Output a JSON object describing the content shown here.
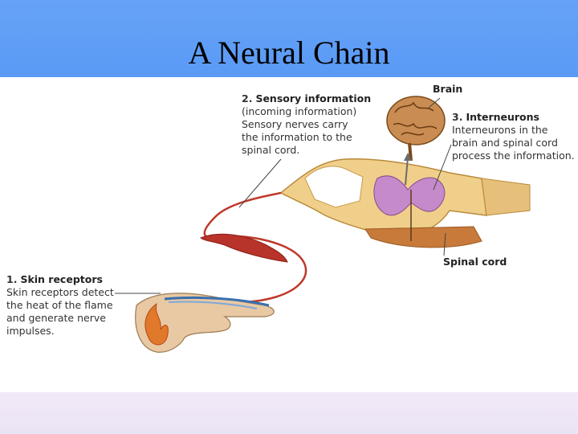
{
  "slide": {
    "title": "A Neural Chain"
  },
  "labels": {
    "sensory": {
      "number": "2.",
      "heading": "Sensory information",
      "lines": [
        "(incoming information)",
        "Sensory nerves carry",
        "the information to the",
        "spinal cord."
      ]
    },
    "brain": {
      "heading": "Brain"
    },
    "interneurons": {
      "number": "3.",
      "heading": "Interneurons",
      "lines": [
        "Interneurons in the",
        "brain and spinal cord",
        "process the information."
      ]
    },
    "spinal_cord": {
      "heading": "Spinal cord"
    },
    "skin": {
      "number": "1.",
      "heading": "Skin receptors",
      "lines": [
        "Skin receptors detect",
        "the heat of the flame",
        "and generate nerve",
        "impulses."
      ]
    }
  },
  "colors": {
    "title_bar": "#5a9af5",
    "nerve": "#c0392b",
    "spinal_bone": "#e8c57c",
    "grey_matter": "#c58ac9",
    "brain": "#c98c52"
  }
}
